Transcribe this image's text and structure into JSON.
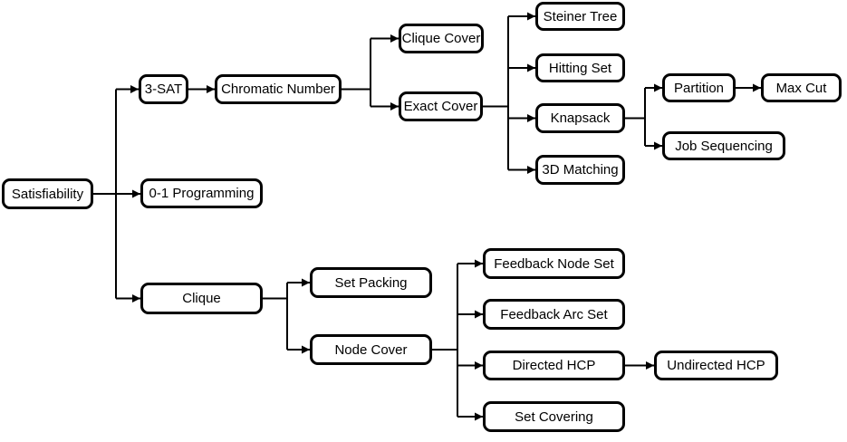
{
  "diagram": {
    "type": "reduction-tree",
    "colors": {
      "background": "#ffffff",
      "box_fill": "#ffffff",
      "box_border": "#000000",
      "line": "#000000",
      "text": "#000000"
    },
    "nodes": [
      {
        "id": "satisfiability",
        "label": "Satisfiability"
      },
      {
        "id": "3-sat",
        "label": "3-SAT"
      },
      {
        "id": "0-1-programming",
        "label": "0-1 Programming"
      },
      {
        "id": "clique",
        "label": "Clique"
      },
      {
        "id": "chromatic-number",
        "label": "Chromatic Number"
      },
      {
        "id": "clique-cover",
        "label": "Clique Cover"
      },
      {
        "id": "exact-cover",
        "label": "Exact Cover"
      },
      {
        "id": "steiner-tree",
        "label": "Steiner Tree"
      },
      {
        "id": "hitting-set",
        "label": "Hitting Set"
      },
      {
        "id": "knapsack",
        "label": "Knapsack"
      },
      {
        "id": "3d-matching",
        "label": "3D Matching"
      },
      {
        "id": "partition",
        "label": "Partition"
      },
      {
        "id": "max-cut",
        "label": "Max Cut"
      },
      {
        "id": "job-sequencing",
        "label": "Job Sequencing"
      },
      {
        "id": "set-packing",
        "label": "Set Packing"
      },
      {
        "id": "node-cover",
        "label": "Node Cover"
      },
      {
        "id": "feedback-node-set",
        "label": "Feedback Node Set"
      },
      {
        "id": "feedback-arc-set",
        "label": "Feedback Arc Set"
      },
      {
        "id": "directed-hcp",
        "label": "Directed HCP"
      },
      {
        "id": "undirected-hcp",
        "label": "Undirected HCP"
      },
      {
        "id": "set-covering",
        "label": "Set Covering"
      }
    ],
    "edges": [
      {
        "from": "satisfiability",
        "to": "3-sat"
      },
      {
        "from": "satisfiability",
        "to": "0-1-programming"
      },
      {
        "from": "satisfiability",
        "to": "clique"
      },
      {
        "from": "3-sat",
        "to": "chromatic-number"
      },
      {
        "from": "chromatic-number",
        "to": "clique-cover"
      },
      {
        "from": "chromatic-number",
        "to": "exact-cover"
      },
      {
        "from": "exact-cover",
        "to": "steiner-tree"
      },
      {
        "from": "exact-cover",
        "to": "hitting-set"
      },
      {
        "from": "exact-cover",
        "to": "knapsack"
      },
      {
        "from": "exact-cover",
        "to": "3d-matching"
      },
      {
        "from": "knapsack",
        "to": "partition"
      },
      {
        "from": "knapsack",
        "to": "job-sequencing"
      },
      {
        "from": "partition",
        "to": "max-cut"
      },
      {
        "from": "clique",
        "to": "set-packing"
      },
      {
        "from": "clique",
        "to": "node-cover"
      },
      {
        "from": "node-cover",
        "to": "feedback-node-set"
      },
      {
        "from": "node-cover",
        "to": "feedback-arc-set"
      },
      {
        "from": "node-cover",
        "to": "directed-hcp"
      },
      {
        "from": "node-cover",
        "to": "set-covering"
      },
      {
        "from": "directed-hcp",
        "to": "undirected-hcp"
      }
    ]
  }
}
